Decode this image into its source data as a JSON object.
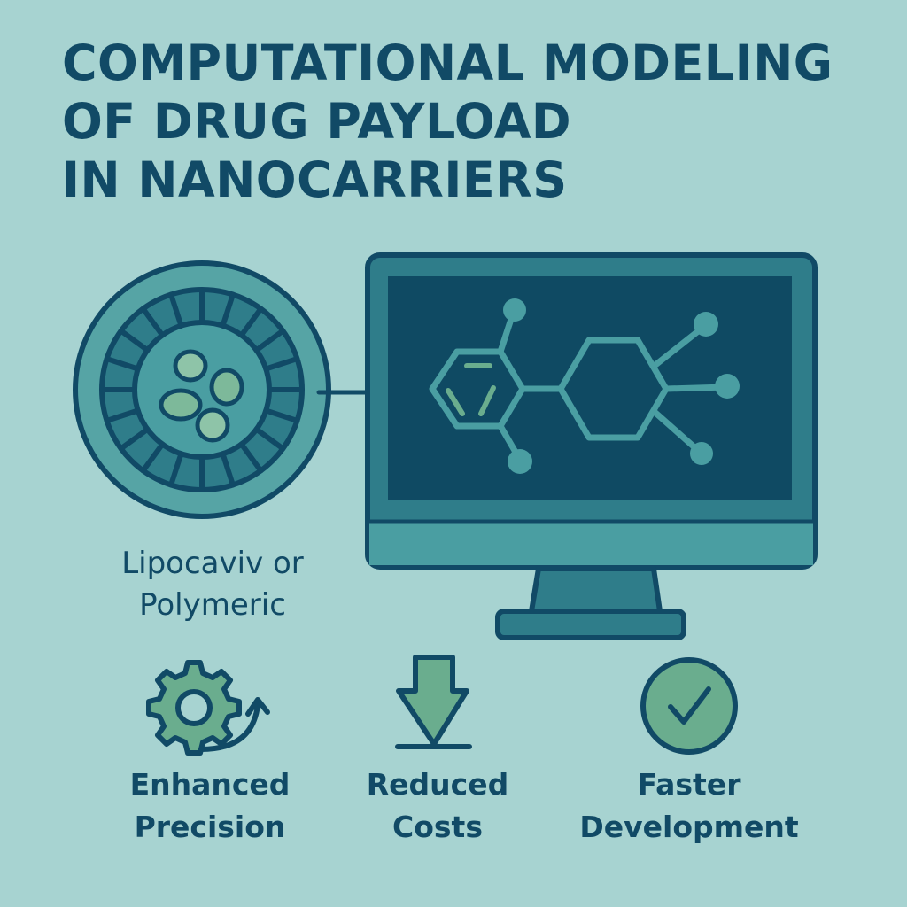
{
  "title": {
    "lines": [
      "COMPUTATIONAL MODELING",
      "OF DRUG PAYLOAD",
      "IN NANOCARRIERS"
    ]
  },
  "nanocarrier": {
    "label_lines": [
      "Lipocaviv or",
      "Polymeric"
    ],
    "payload_count": 4
  },
  "monitor": {
    "content": "molecular-structure",
    "atom_count": 5
  },
  "benefits": [
    {
      "icon": "gear-cycle-icon",
      "lines": [
        "Enhanced",
        "Precision"
      ]
    },
    {
      "icon": "down-arrow-icon",
      "lines": [
        "Reduced",
        "Costs"
      ]
    },
    {
      "icon": "check-circle-icon",
      "lines": [
        "Faster",
        "Development"
      ]
    }
  ],
  "colors": {
    "background": "#a7d3d1",
    "navy": "#114a66",
    "teal": "#4a9ea2",
    "teal_dark": "#2f7d8a",
    "screen": "#0f4a63",
    "green": "#6aad8e"
  }
}
